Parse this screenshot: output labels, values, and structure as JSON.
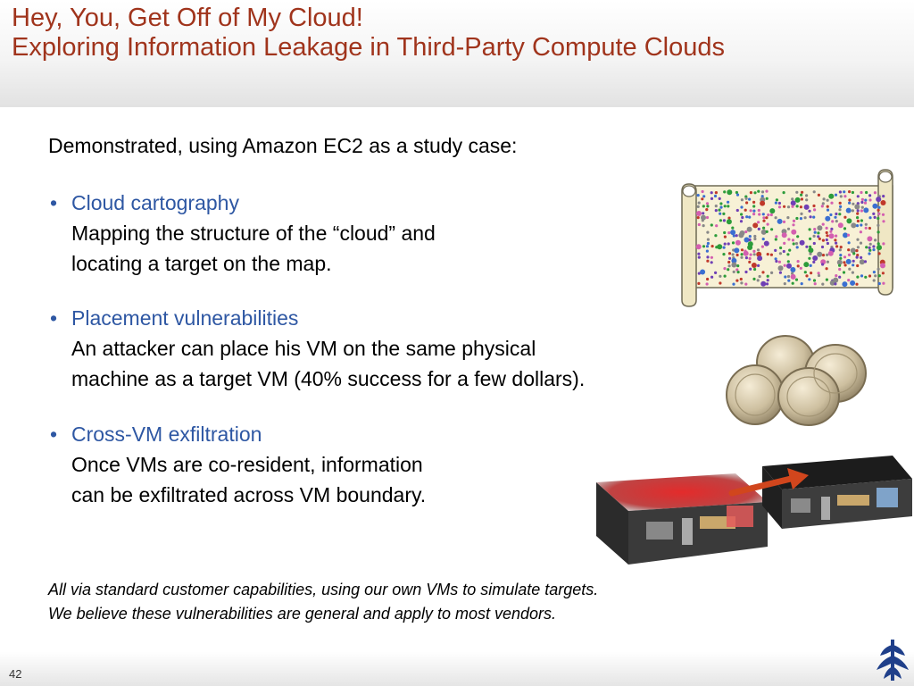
{
  "slide": {
    "title_line1": "Hey, You, Get Off of My Cloud!",
    "title_line2": "Exploring Information Leakage in Third-Party Compute Clouds",
    "intro": "Demonstrated, using Amazon EC2 as a study case:",
    "bullets": [
      {
        "heading": "Cloud cartography",
        "lines": [
          "Mapping the structure of the “cloud” and",
          "locating a target on the map."
        ]
      },
      {
        "heading": "Placement vulnerabilities",
        "lines": [
          "An attacker can place his VM on the same physical",
          "machine as a target VM (40% success for a few dollars)."
        ]
      },
      {
        "heading": "Cross-VM exfiltration",
        "lines": [
          "Once VMs are co-resident, information",
          "can be exfiltrated across VM boundary."
        ]
      }
    ],
    "footer_line1": "All via standard customer capabilities, using our own VMs to simulate targets.",
    "footer_line2": "We believe these vulnerabilities are general and apply to most vendors.",
    "bullet_glyph": "•",
    "page_number": "42"
  },
  "colors": {
    "title": "#a0341c",
    "heading": "#2e57a3",
    "arrow": "#d1461d",
    "server_glow": "#c81e1e"
  },
  "icons": [
    "map-scroll-icon",
    "coins-icon",
    "servers-icon",
    "university-logo-icon"
  ]
}
